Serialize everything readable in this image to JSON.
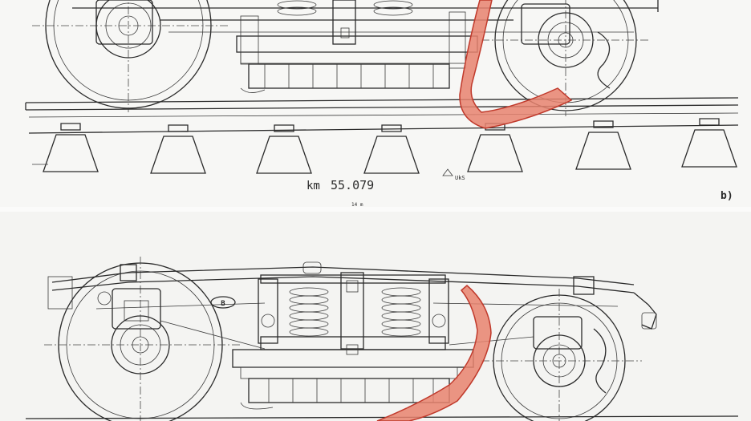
{
  "panel_b": {
    "km_prefix": "km",
    "km_value": "55.079",
    "marker_label": "UkS",
    "small_note": "14 m",
    "panel_label": "b)"
  },
  "panel_c": {
    "badge_text": "B"
  },
  "colors": {
    "paper": "#f4f4f2",
    "ink": "#2b2b2b",
    "strap_fill": "#e8826f",
    "strap_stroke": "#c0392b"
  }
}
